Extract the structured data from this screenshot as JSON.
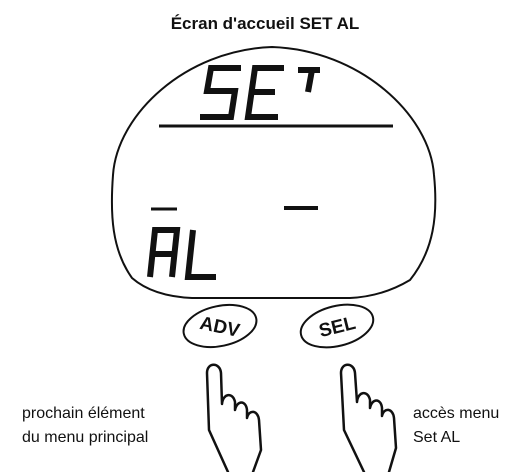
{
  "title": "Écran d'accueil SET AL",
  "display": {
    "main_text": "SET",
    "sub_label": "AL",
    "value_placeholder": "—"
  },
  "buttons": {
    "adv": {
      "label": "ADV"
    },
    "sel": {
      "label": "SEL"
    }
  },
  "captions": {
    "left": [
      "prochain élément",
      "du menu principal"
    ],
    "right": [
      "accès menu",
      "Set AL"
    ]
  }
}
